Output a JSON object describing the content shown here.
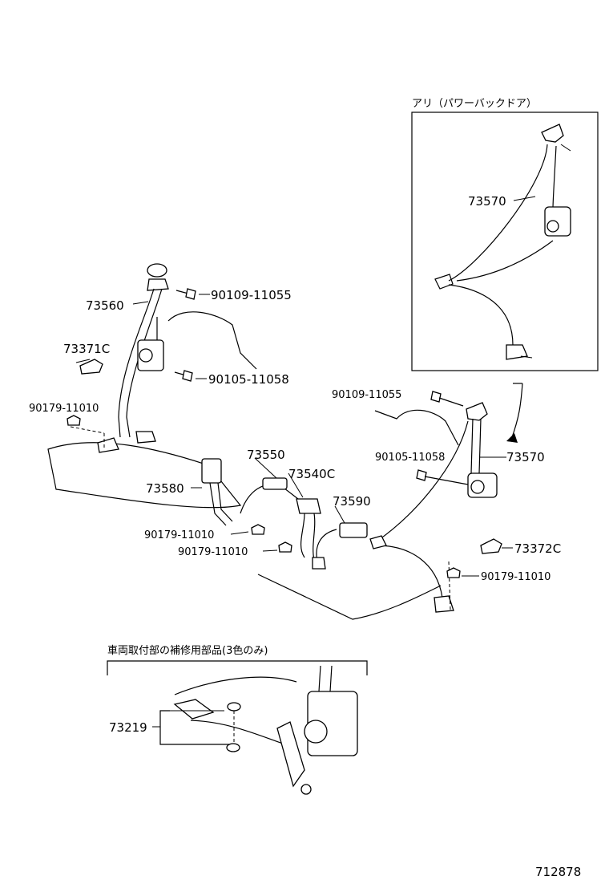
{
  "inset_top": {
    "caption": "アリ（パワーバックドア）",
    "part": "73570"
  },
  "inset_bottom": {
    "caption": "車両取付部の補修用部品(3色のみ)",
    "part": "73219"
  },
  "labels": {
    "p73560": "73560",
    "p73371C": "73371C",
    "p90179_a": "90179-11010",
    "p90109_left": "90109-11055",
    "p90105_left": "90105-11058",
    "p73550": "73550",
    "p73540C": "73540C",
    "p73580": "73580",
    "p73590": "73590",
    "p90179_b": "90179-11010",
    "p90179_c": "90179-11010",
    "p90109_right": "90109-11055",
    "p90105_right": "90105-11058",
    "p73570": "73570",
    "p73372C": "73372C",
    "p90179_d": "90179-11010"
  },
  "figure_id": "712878"
}
